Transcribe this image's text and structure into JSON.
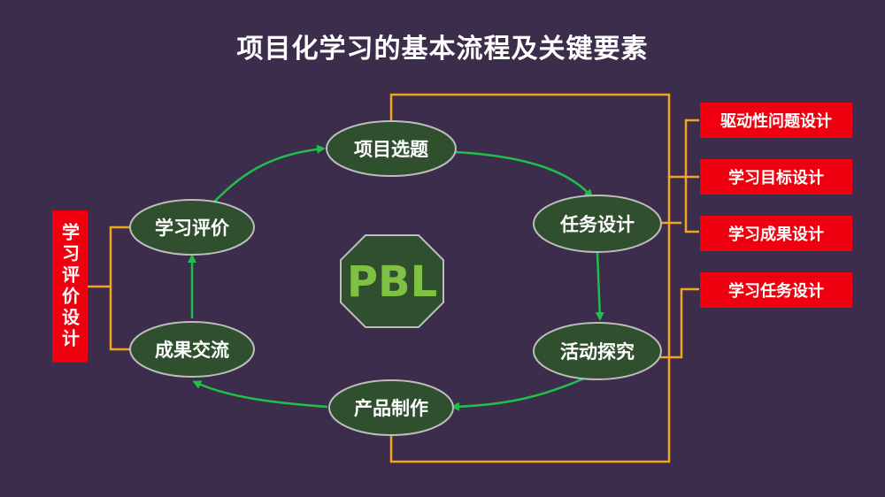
{
  "title": "项目化学习的基本流程及关键要素",
  "center_label": "PBL",
  "nodes": {
    "project_topic": "项目选题",
    "task_design": "任务设计",
    "activity_inquiry": "活动探究",
    "product_making": "产品制作",
    "result_exchange": "成果交流",
    "learning_evaluation": "学习评价"
  },
  "right_elements": [
    "驱动性问题设计",
    "学习目标设计",
    "学习成果设计",
    "学习任务设计"
  ],
  "left_element": "学习评价设计",
  "colors": {
    "background": "#3b2d4b",
    "node_fill": "#2f4f2f",
    "node_stroke": "#bdbdbd",
    "arrow": "#1fbf4a",
    "bracket": "#f3a51f",
    "red_box": "#f0000e",
    "pbl_text": "#7ec143"
  }
}
